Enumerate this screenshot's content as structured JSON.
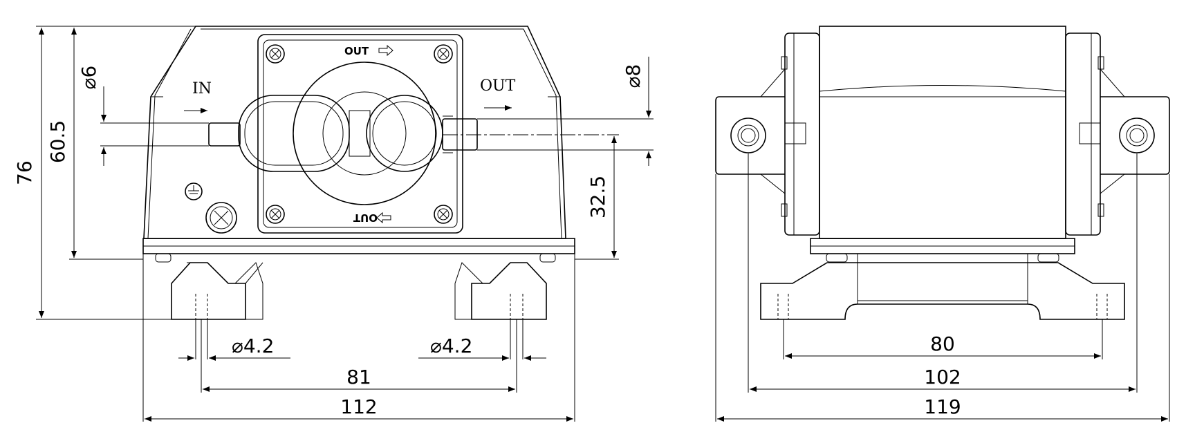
{
  "front_view": {
    "port_in_label": "IN",
    "port_out_label": "OUT",
    "plate_top_label": "OUT",
    "plate_bottom_label": "OUT",
    "dims": {
      "overall_height": "76",
      "body_height": "60.5",
      "inlet_dia": "6",
      "outlet_dia": "8",
      "outlet_height": "32.5",
      "hole_dia_left": "4.2",
      "hole_dia_right": "4.2",
      "hole_spacing": "81",
      "overall_width": "112"
    },
    "diameter_symbol": "⌀"
  },
  "side_view": {
    "dims": {
      "mount_spacing": "80",
      "body_width": "102",
      "overall_width": "119"
    }
  }
}
